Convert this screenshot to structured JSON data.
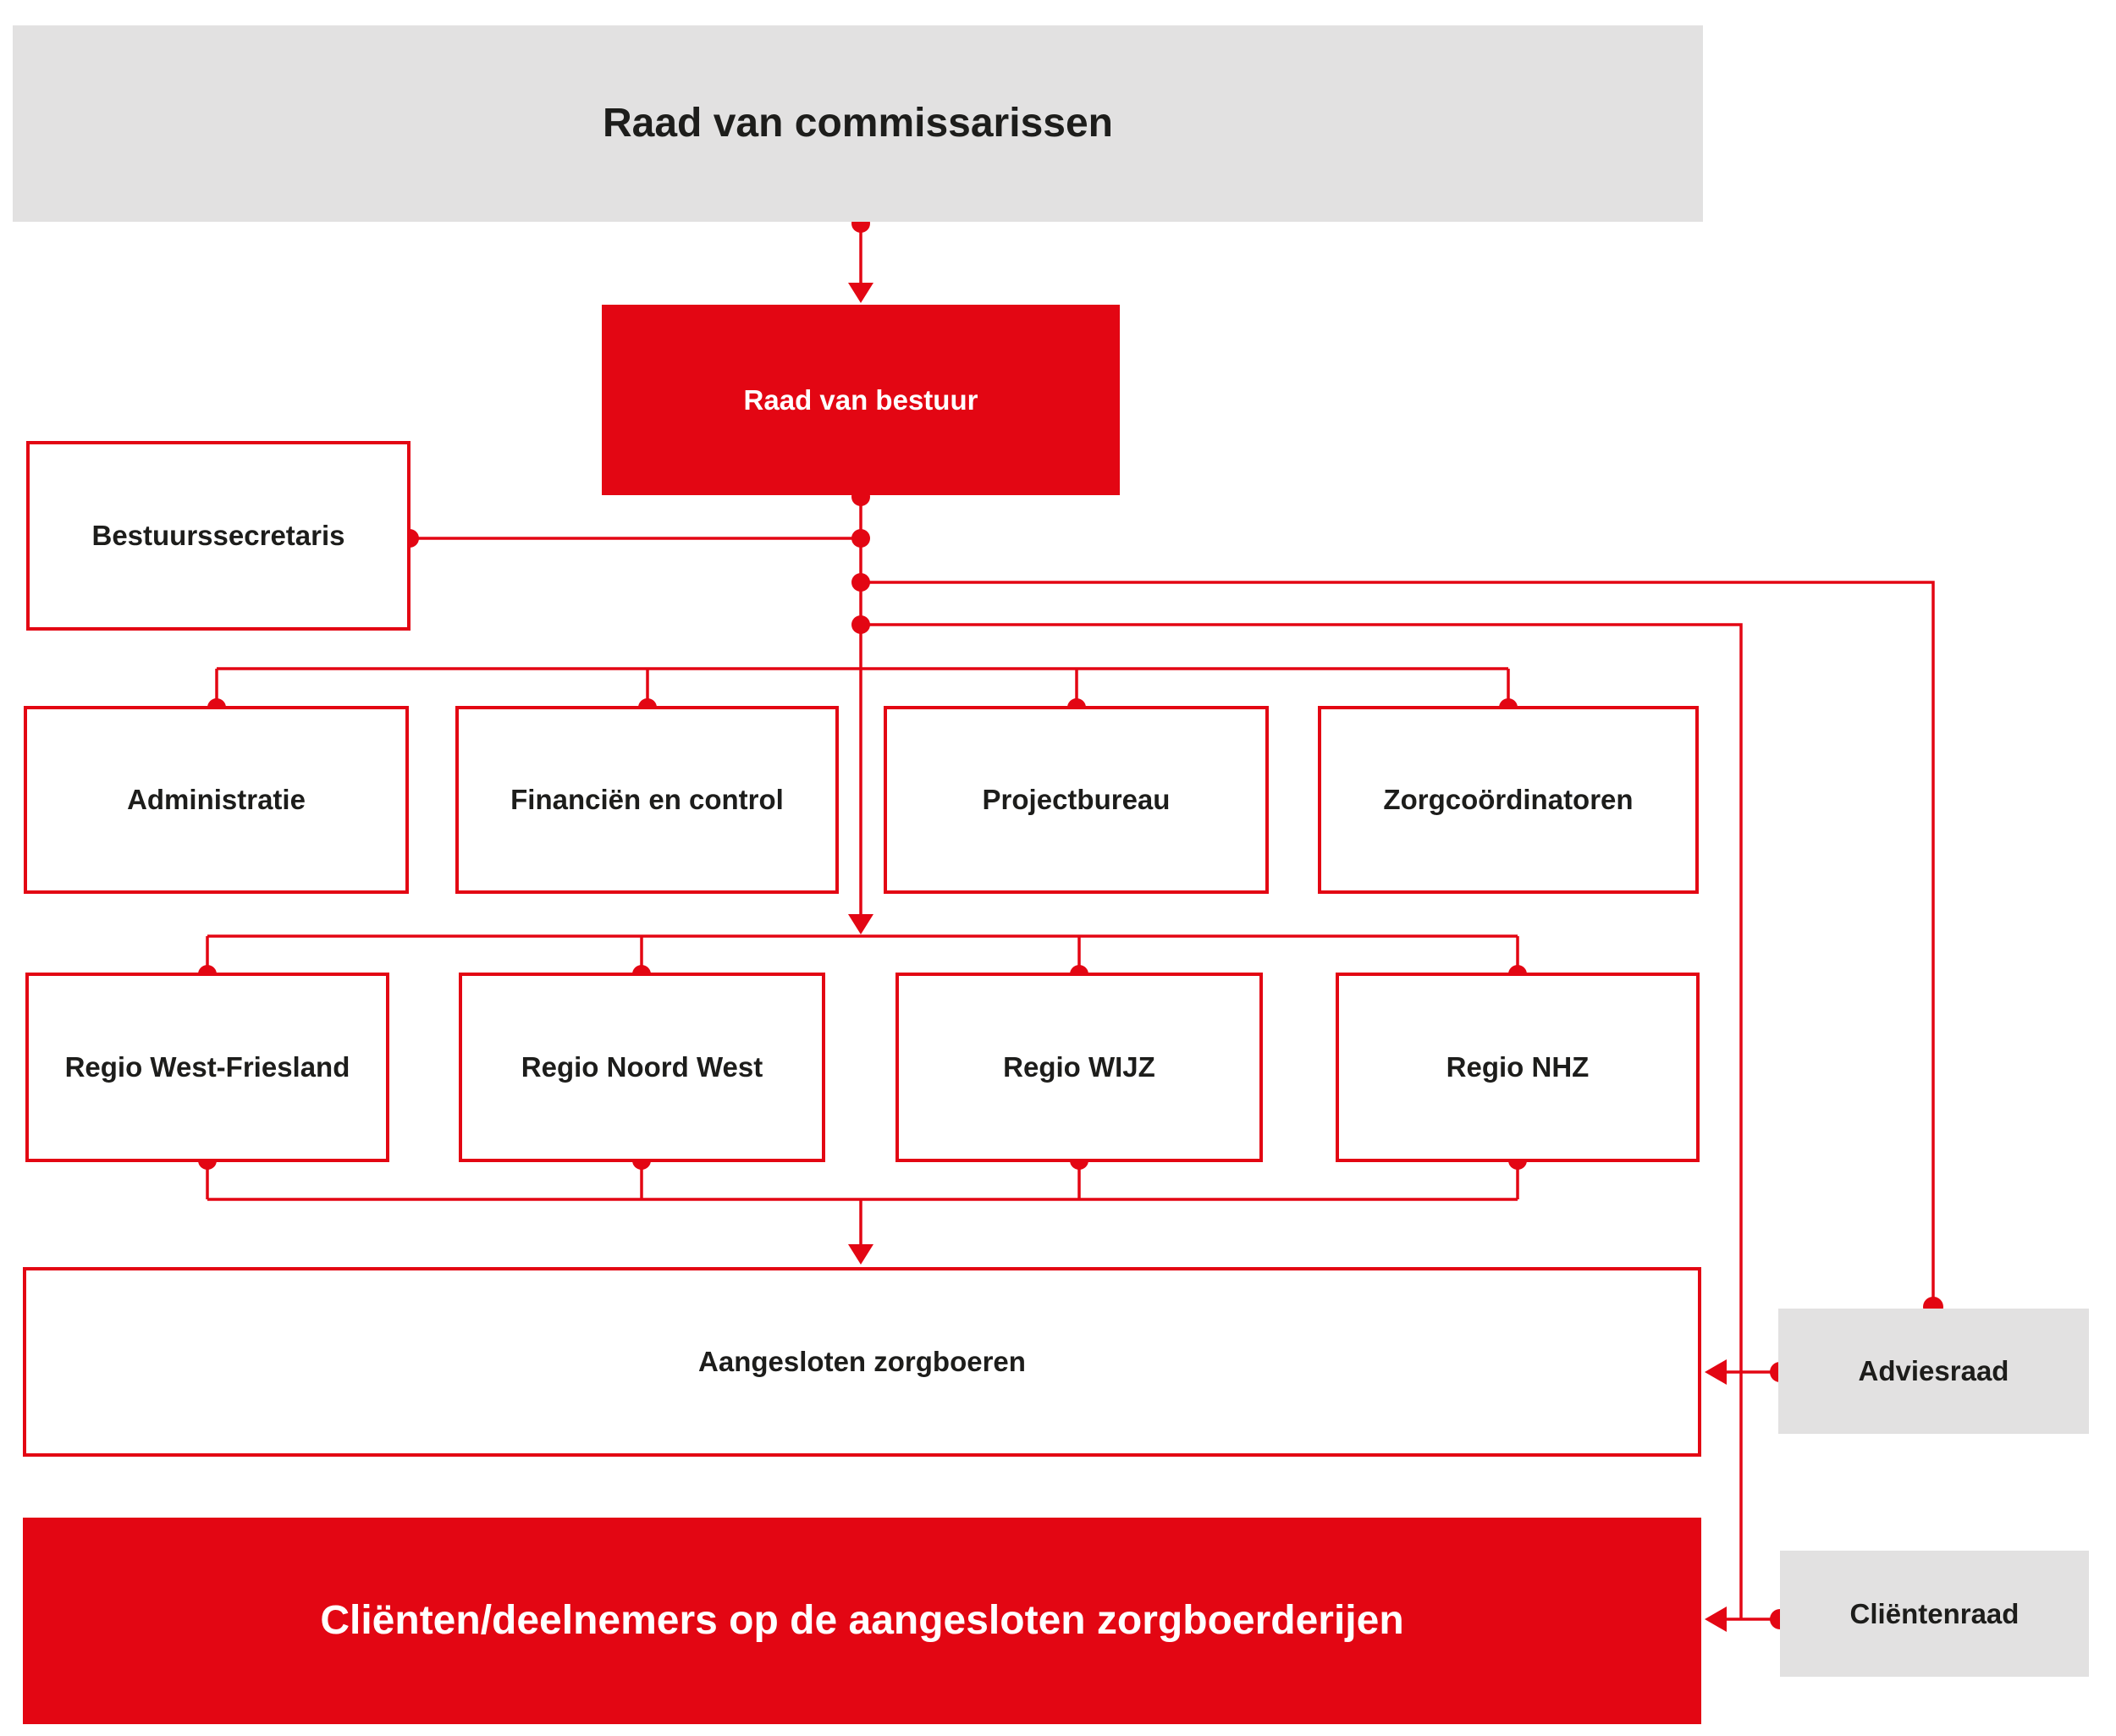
{
  "diagram": {
    "type": "organogram",
    "colors": {
      "accent_red": "#e30613",
      "box_gray": "#e2e1e1",
      "text_dark": "#1d1d1b",
      "text_on_red": "#ffffff"
    },
    "nodes": {
      "raad_van_commissarissen": "Raad van commissarissen",
      "raad_van_bestuur": "Raad van bestuur",
      "bestuurssecretaris": "Bestuurssecretaris",
      "administratie": "Administratie",
      "financien_en_control": "Financiën en control",
      "projectbureau": "Projectbureau",
      "zorgcoordinatoren": "Zorgcoördinatoren",
      "regio_west_friesland": "Regio West-Friesland",
      "regio_noord_west": "Regio Noord West",
      "regio_wijz": "Regio WIJZ",
      "regio_nhz": "Regio NHZ",
      "aangesloten_zorgboeren": "Aangesloten zorgboeren",
      "clienten_deelnemers": "Cliënten/deelnemers op de aangesloten zorgboerderijen",
      "adviesraad": "Adviesraad",
      "clientenraad": "Cliëntenraad"
    }
  }
}
